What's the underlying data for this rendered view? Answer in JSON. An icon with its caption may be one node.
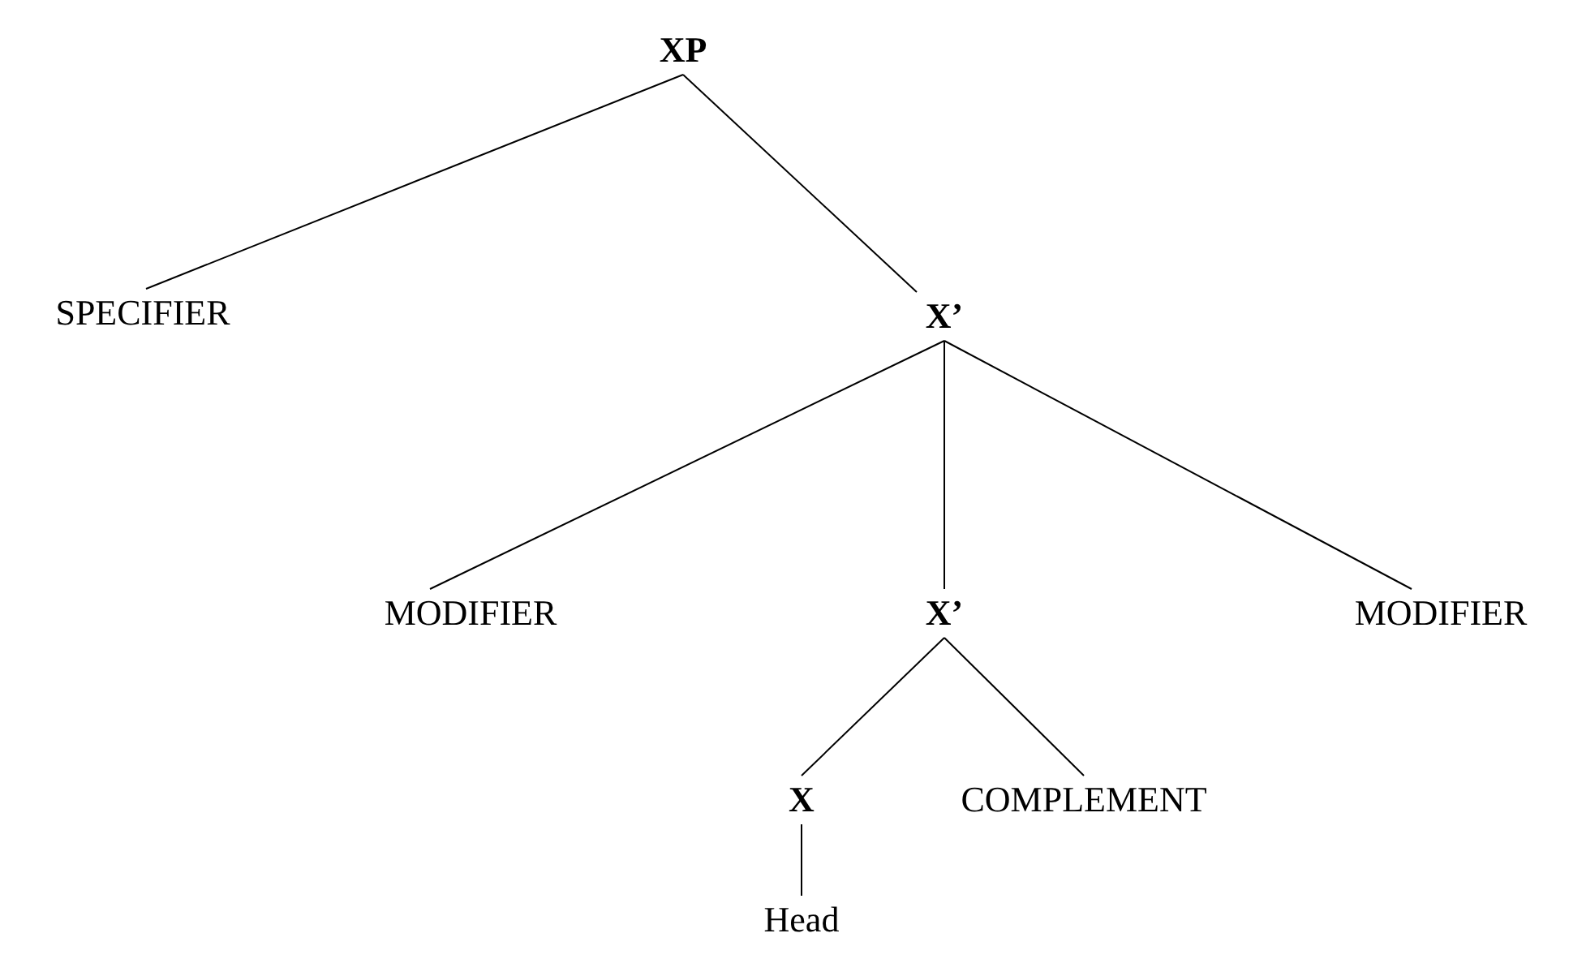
{
  "diagram": {
    "nodes": [
      {
        "text": [
          "XP"
        ]
      },
      {
        "text": [
          "SPECIFIER"
        ]
      },
      {
        "text": [
          "X’"
        ]
      },
      {
        "text": [
          "MODIFIER"
        ]
      },
      {
        "text": [
          "X’"
        ]
      },
      {
        "text": [
          "MODIFIER"
        ]
      },
      {
        "text": [
          "X"
        ]
      },
      {
        "text": [
          "COMPLEMENT"
        ]
      },
      {
        "text": [
          "Head"
        ]
      }
    ],
    "edges": [
      {
        "from": 0,
        "to": 1,
        "arrow": "none"
      },
      {
        "from": 0,
        "to": 2,
        "arrow": "none"
      },
      {
        "from": 2,
        "to": 3,
        "arrow": "none"
      },
      {
        "from": 2,
        "to": 4,
        "arrow": "none"
      },
      {
        "from": 2,
        "to": 5,
        "arrow": "none"
      },
      {
        "from": 4,
        "to": 6,
        "arrow": "none"
      },
      {
        "from": 4,
        "to": 7,
        "arrow": "none"
      },
      {
        "from": 6,
        "to": 8,
        "arrow": "none"
      }
    ]
  }
}
